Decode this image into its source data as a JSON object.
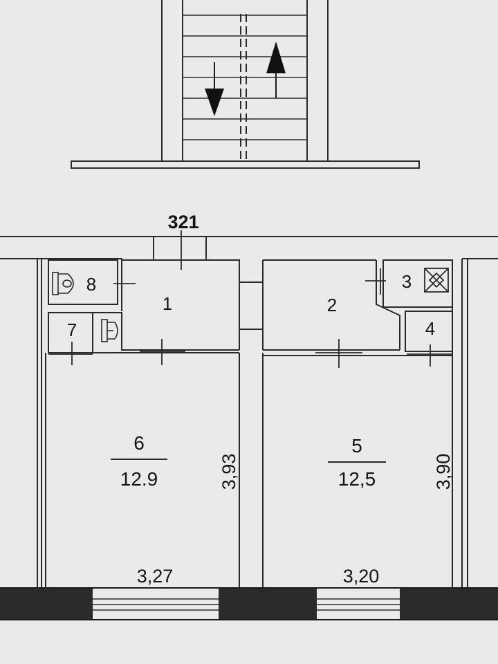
{
  "plan": {
    "apartment_number": "321",
    "rooms": [
      {
        "id": "1",
        "label": "1"
      },
      {
        "id": "2",
        "label": "2"
      },
      {
        "id": "3",
        "label": "3"
      },
      {
        "id": "4",
        "label": "4"
      },
      {
        "id": "5",
        "label": "5",
        "area": "12,5",
        "depth": "3,90",
        "width": "3,20"
      },
      {
        "id": "6",
        "label": "6",
        "area": "12.9",
        "depth": "3,93",
        "width": "3,27"
      },
      {
        "id": "7",
        "label": "7"
      },
      {
        "id": "8",
        "label": "8"
      }
    ],
    "icons": {
      "toilet": "toilet-icon",
      "sink": "sink-icon",
      "ventilation": "ventilation-shaft-icon",
      "stairs": "stair-direction-arrows"
    },
    "colors": {
      "line": "#2a2a2a",
      "background": "#e9eaea",
      "window_wall": "#2b2b2b"
    }
  }
}
